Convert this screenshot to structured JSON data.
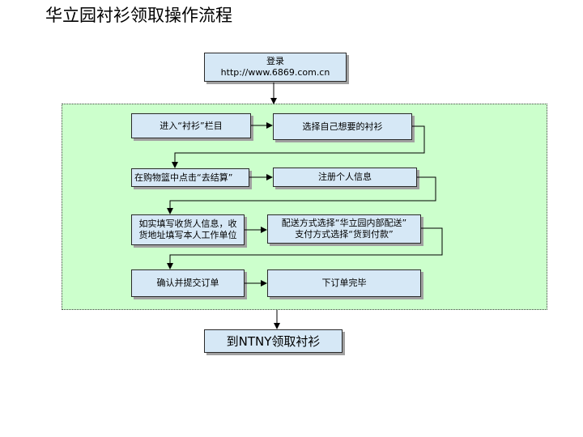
{
  "title": "华立园衬衫领取操作流程",
  "steps": {
    "login": {
      "line1": "登录",
      "line2": "http://www.6869.com.cn"
    },
    "enter_section": "进入“衬衫”栏目",
    "choose_shirt": "选择自己想要的衬衫",
    "click_checkout": "在购物篮中点击“去结算”",
    "register": "注册个人信息",
    "fill_info": {
      "line1": "如实填写收货人信息，收",
      "line2": "货地址填写本人工作单位"
    },
    "delivery": {
      "line1": "配送方式选择“华立园内部配送”",
      "line2": "支付方式选择“货到付款”"
    },
    "confirm": "确认并提交订单",
    "done": "下订单完毕",
    "collect": "到NTNY领取衬衫"
  },
  "colors": {
    "box_fill": "#d6e8f6",
    "panel_fill": "#ccffcc",
    "line": "#000000"
  }
}
